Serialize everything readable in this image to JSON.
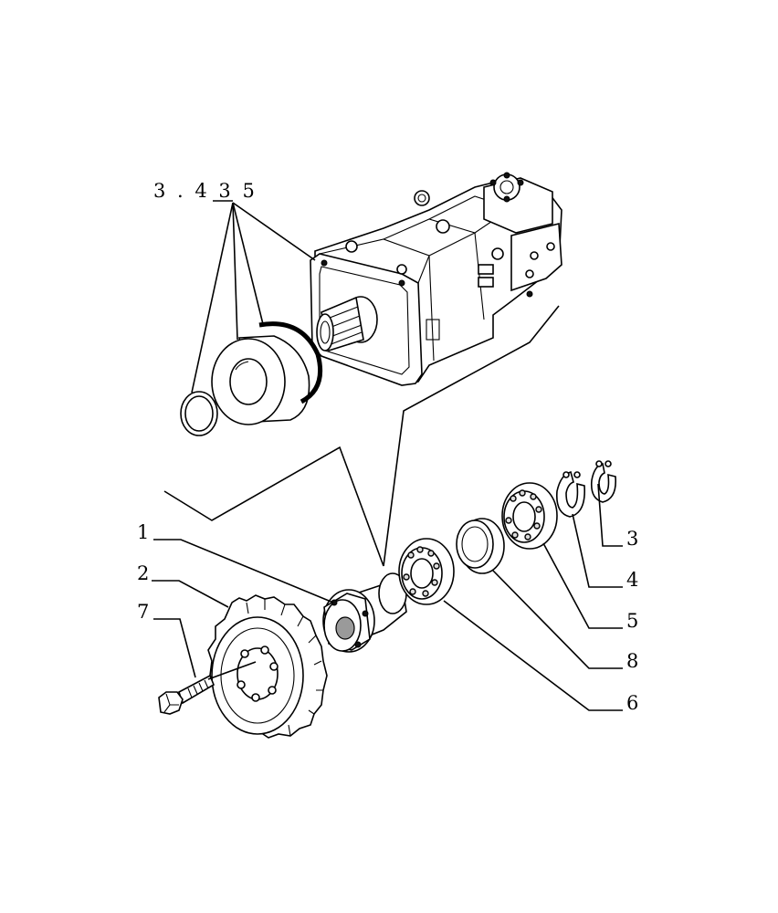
{
  "diagram": {
    "reference": {
      "text": "3 . 4 3 5"
    },
    "callouts": [
      {
        "id": "1",
        "text": "1"
      },
      {
        "id": "2",
        "text": "2"
      },
      {
        "id": "7",
        "text": "7"
      },
      {
        "id": "3",
        "text": "3"
      },
      {
        "id": "4",
        "text": "4"
      },
      {
        "id": "5",
        "text": "5"
      },
      {
        "id": "8",
        "text": "8"
      },
      {
        "id": "6",
        "text": "6"
      }
    ]
  }
}
